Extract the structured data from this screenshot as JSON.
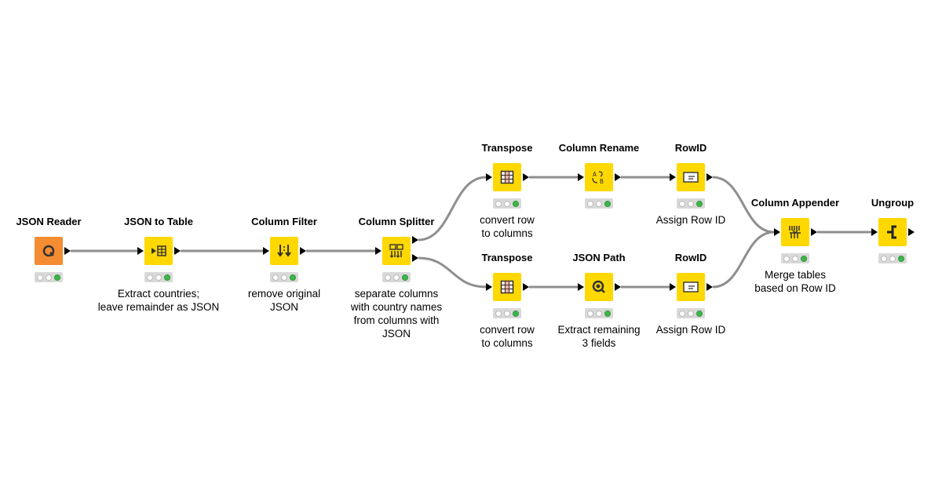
{
  "workflow": {
    "nodes": [
      {
        "id": "json-reader",
        "title": "JSON Reader",
        "comment": "",
        "kind": "source",
        "icon": "json-reader-icon"
      },
      {
        "id": "json-to-table",
        "title": "JSON to Table",
        "comment": "Extract countries;\nleave remainder as JSON",
        "kind": "manipulator",
        "icon": "json-to-table-icon"
      },
      {
        "id": "column-filter",
        "title": "Column Filter",
        "comment": "remove original\nJSON",
        "kind": "manipulator",
        "icon": "column-filter-icon"
      },
      {
        "id": "column-splitter",
        "title": "Column Splitter",
        "comment": "separate columns\nwith country names\nfrom columns with\nJSON",
        "kind": "manipulator",
        "icon": "column-splitter-icon"
      },
      {
        "id": "transpose-top",
        "title": "Transpose",
        "comment": "convert row\nto columns",
        "kind": "manipulator",
        "icon": "transpose-icon"
      },
      {
        "id": "column-rename",
        "title": "Column Rename",
        "comment": "",
        "kind": "manipulator",
        "icon": "column-rename-icon"
      },
      {
        "id": "rowid-top",
        "title": "RowID",
        "comment": "Assign Row ID",
        "kind": "manipulator",
        "icon": "rowid-icon"
      },
      {
        "id": "transpose-bottom",
        "title": "Transpose",
        "comment": "convert row\nto columns",
        "kind": "manipulator",
        "icon": "transpose-icon"
      },
      {
        "id": "json-path",
        "title": "JSON Path",
        "comment": "Extract remaining\n3 fields",
        "kind": "manipulator",
        "icon": "json-path-icon"
      },
      {
        "id": "rowid-bottom",
        "title": "RowID",
        "comment": "Assign Row ID",
        "kind": "manipulator",
        "icon": "rowid-icon"
      },
      {
        "id": "column-appender",
        "title": "Column Appender",
        "comment": "Merge tables\nbased on Row ID",
        "kind": "manipulator",
        "icon": "column-appender-icon"
      },
      {
        "id": "ungroup",
        "title": "Ungroup",
        "comment": "",
        "kind": "manipulator",
        "icon": "ungroup-icon"
      }
    ],
    "connections": [
      [
        "json-reader",
        "json-to-table"
      ],
      [
        "json-to-table",
        "column-filter"
      ],
      [
        "column-filter",
        "column-splitter"
      ],
      [
        "column-splitter",
        "transpose-top"
      ],
      [
        "column-splitter",
        "transpose-bottom"
      ],
      [
        "transpose-top",
        "column-rename"
      ],
      [
        "column-rename",
        "rowid-top"
      ],
      [
        "transpose-bottom",
        "json-path"
      ],
      [
        "json-path",
        "rowid-bottom"
      ],
      [
        "rowid-top",
        "column-appender"
      ],
      [
        "rowid-bottom",
        "column-appender"
      ],
      [
        "column-appender",
        "ungroup"
      ]
    ],
    "colors": {
      "node_yellow": "#ffd800",
      "node_orange": "#f58c32",
      "edge_gray": "#8f8f8f",
      "status_green": "#3fb54a"
    }
  }
}
